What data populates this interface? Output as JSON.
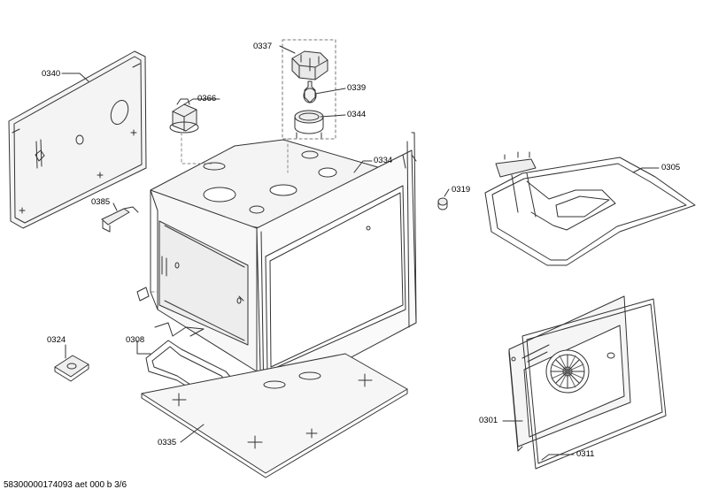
{
  "labels": {
    "p0340": "0340",
    "p0337": "0337",
    "p0366": "0366",
    "p0339": "0339",
    "p0344": "0344",
    "p0334": "0334",
    "p0385": "0385",
    "p0319": "0319",
    "p0305": "0305",
    "p0324": "0324",
    "p0308": "0308",
    "p0335": "0335",
    "p0301": "0301",
    "p0311": "0311"
  },
  "footer": "58300000174093 aet 000 b 3/6"
}
